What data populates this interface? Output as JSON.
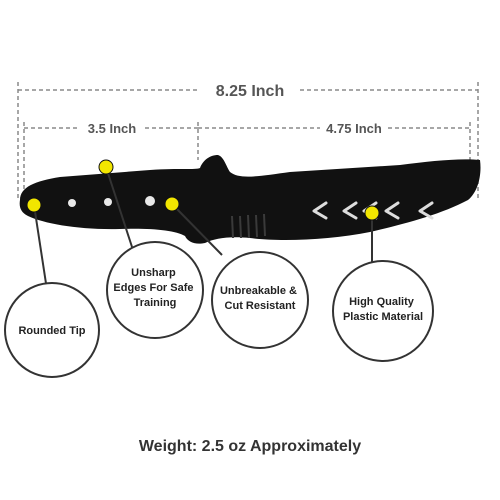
{
  "dimensions": {
    "total": "8.25 Inch",
    "handle": "3.5 Inch",
    "blade": "4.75 Inch"
  },
  "callouts": {
    "rounded_tip": [
      "Rounded Tip"
    ],
    "unsharp_edges": [
      "Unsharp",
      "Edges For Safe",
      "Training"
    ],
    "unbreakable": [
      "Unbreakable &",
      "Cut Resistant"
    ],
    "high_quality": [
      "High Quality",
      "Plastic Material"
    ]
  },
  "weight": "Weight: 2.5 oz Approximately",
  "colors": {
    "knife_body": "#111111",
    "marker": "#f2e600",
    "dimension_line": "#8a8a8a",
    "callout_line": "#333333"
  }
}
